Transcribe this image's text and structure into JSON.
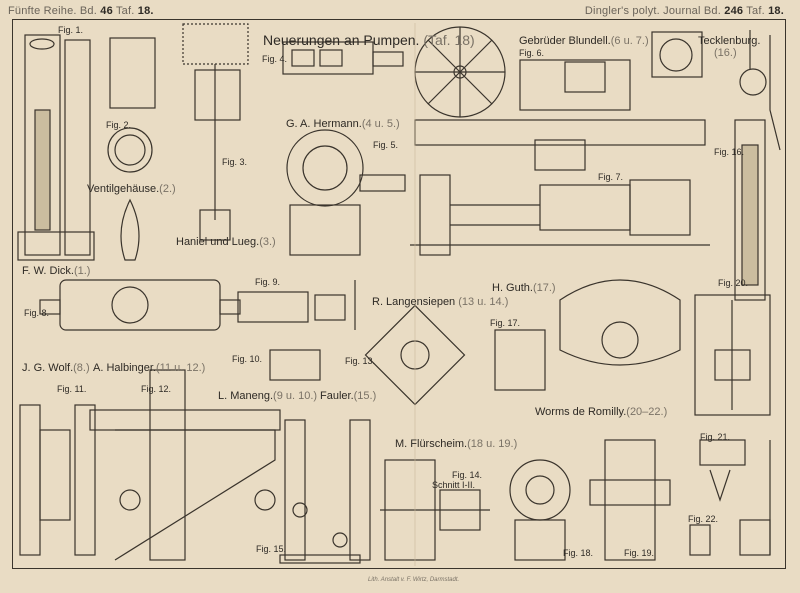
{
  "header": {
    "left": {
      "series": "Fünfte Reihe. Bd.",
      "volume": "46",
      "plate_prefix": "Taf.",
      "plate": "18."
    },
    "right": {
      "journal": "Dingler's polyt. Journal Bd.",
      "volume": "246",
      "plate_prefix": "Taf.",
      "plate": "18."
    }
  },
  "title": {
    "main": "Neuerungen an Pumpen.",
    "ref": "(Taf. 18)"
  },
  "inventors": [
    {
      "name": "Ventilgehäuse.",
      "figs": "(2.)"
    },
    {
      "name": "Haniel und Lueg.",
      "figs": "(3.)"
    },
    {
      "name": "G. A. Hermann.",
      "figs": "(4 u. 5.)"
    },
    {
      "name": "Gebrüder Blundell.",
      "figs": "(6 u. 7.)"
    },
    {
      "name": "Tecklenburg.",
      "figs": "(16.)"
    },
    {
      "name": "F. W. Dick.",
      "figs": "(1.)"
    },
    {
      "name": "R. Langensiepen",
      "figs": "(13 u. 14.)"
    },
    {
      "name": "H. Guth.",
      "figs": "(17.)"
    },
    {
      "name": "J. G. Wolf.",
      "figs": "(8.)"
    },
    {
      "name": "A. Halbinger.",
      "figs": "(11 u. 12.)"
    },
    {
      "name": "L. Maneng.",
      "figs": "(9 u. 10.)"
    },
    {
      "name": "Fauler.",
      "figs": "(15.)"
    },
    {
      "name": "Worms de Romilly.",
      "figs": "(20–22.)"
    },
    {
      "name": "M. Flürscheim.",
      "figs": "(18 u. 19.)"
    }
  ],
  "figures": [
    "Fig. 1.",
    "Fig. 2.",
    "Fig. 3.",
    "Fig. 4.",
    "Fig. 5.",
    "Fig. 6.",
    "Fig. 7.",
    "Fig. 8.",
    "Fig. 9.",
    "Fig. 10.",
    "Fig. 11.",
    "Fig. 12.",
    "Fig. 13.",
    "Fig. 14.",
    "Fig. 15.",
    "Fig. 16.",
    "Fig. 17.",
    "Fig. 18.",
    "Fig. 19.",
    "Fig. 20.",
    "Fig. 21.",
    "Fig. 22."
  ],
  "section_label": "Schnitt I-II.",
  "imprint": "Lith. Anstalt v. F. Wirtz, Darmstadt."
}
